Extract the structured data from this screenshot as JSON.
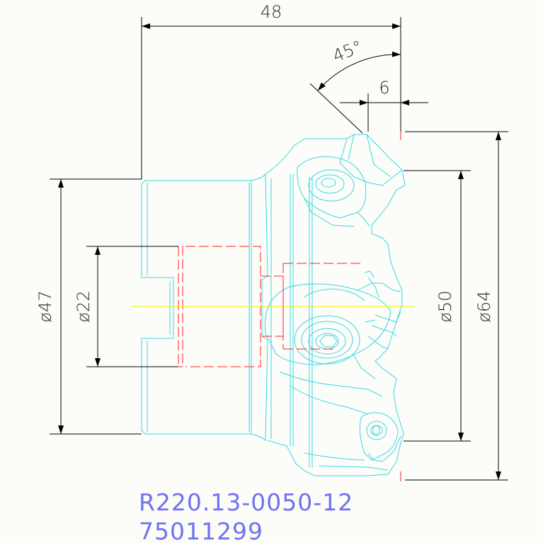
{
  "drawing": {
    "dimensions": {
      "width_overall": "48",
      "chamfer_angle": "45°",
      "chamfer_width": "6",
      "dia_body": "ø47",
      "dia_bore": "ø22",
      "dia_inner": "ø50",
      "dia_outer": "ø64"
    },
    "part_number": "R220.13-0050-12",
    "order_code": "75011299"
  },
  "colors": {
    "outline": "#37d8e6",
    "hidden": "#ff2020",
    "centerline": "#f5f500",
    "dimension": "#000000",
    "label": "#6e73ee"
  }
}
